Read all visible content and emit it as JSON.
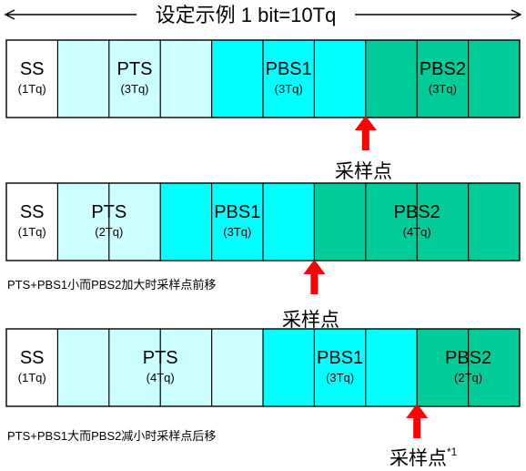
{
  "title": "设定示例 1 bit=10Tq",
  "colors": {
    "ss": "#ffffff",
    "pts": "#ccffff",
    "pbs1": "#00ffff",
    "pbs2": "#00cc99",
    "arrow": "#ff0000",
    "line": "#000000"
  },
  "examples": [
    {
      "segments": [
        {
          "name": "SS",
          "tq_label": "(1Tq)",
          "tq": 1,
          "color": "ss"
        },
        {
          "name": "PTS",
          "tq_label": "(3Tq)",
          "tq": 3,
          "color": "pts"
        },
        {
          "name": "PBS1",
          "tq_label": "(3Tq)",
          "tq": 3,
          "color": "pbs1"
        },
        {
          "name": "PBS2",
          "tq_label": "(3Tq)",
          "tq": 3,
          "color": "pbs2"
        }
      ],
      "sample_point_label": "采样点",
      "sample_point_note": "",
      "description": ""
    },
    {
      "segments": [
        {
          "name": "SS",
          "tq_label": "(1Tq)",
          "tq": 1,
          "color": "ss"
        },
        {
          "name": "PTS",
          "tq_label": "(2Tq)",
          "tq": 2,
          "color": "pts"
        },
        {
          "name": "PBS1",
          "tq_label": "(3Tq)",
          "tq": 3,
          "color": "pbs1"
        },
        {
          "name": "PBS2",
          "tq_label": "(4Tq)",
          "tq": 4,
          "color": "pbs2"
        }
      ],
      "sample_point_label": "采样点",
      "sample_point_note": "",
      "description": "PTS+PBS1小而PBS2加大时采样点前移"
    },
    {
      "segments": [
        {
          "name": "SS",
          "tq_label": "(1Tq)",
          "tq": 1,
          "color": "ss"
        },
        {
          "name": "PTS",
          "tq_label": "(4Tq)",
          "tq": 4,
          "color": "pts"
        },
        {
          "name": "PBS1",
          "tq_label": "(3Tq)",
          "tq": 3,
          "color": "pbs1"
        },
        {
          "name": "PBS2",
          "tq_label": "(2Tq)",
          "tq": 2,
          "color": "pbs2"
        }
      ],
      "sample_point_label": "采样点",
      "sample_point_note": "*1",
      "description": "PTS+PBS1大而PBS2减小时采样点后移"
    }
  ]
}
